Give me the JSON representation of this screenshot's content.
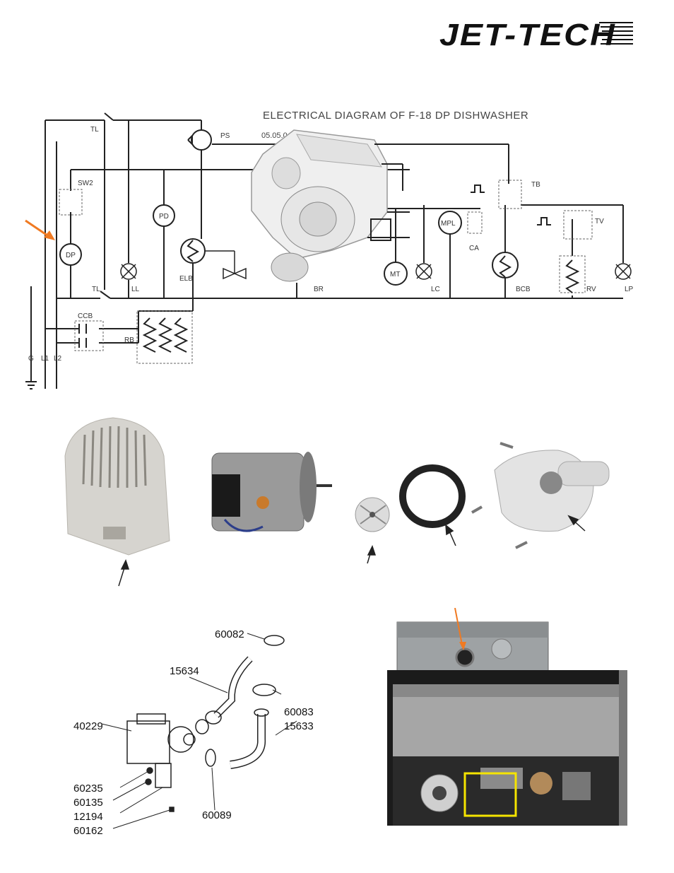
{
  "brand": {
    "logo_text": "JET-TECH"
  },
  "diagram": {
    "title": "ELECTRICAL DIAGRAM OF F-18 DP DISHWASHER",
    "date_fragment": "05.05.0",
    "labels": {
      "TL_top": "TL",
      "PS": "PS",
      "SW2": "SW2",
      "PD": "PD",
      "DP": "DP",
      "ELB": "ELB",
      "TL_bottom": "TL",
      "LL": "LL",
      "BR": "BR",
      "MT": "MT",
      "LC": "LC",
      "MPL": "MPL",
      "CA": "CA",
      "TB": "TB",
      "BCB": "BCB",
      "TV": "TV",
      "RV": "RV",
      "LP": "LP",
      "CCB": "CCB",
      "RB": "RB",
      "G": "G",
      "L1": "L1",
      "L2": "L2"
    }
  },
  "exploded_view": {
    "parts": [
      "60082",
      "15634",
      "60083",
      "15633",
      "40229",
      "60235",
      "60135",
      "12194",
      "60162",
      "60089"
    ]
  },
  "colors": {
    "arrow_orange": "#f07a22",
    "highlight_yellow": "#f5e400",
    "line": "#222222"
  }
}
